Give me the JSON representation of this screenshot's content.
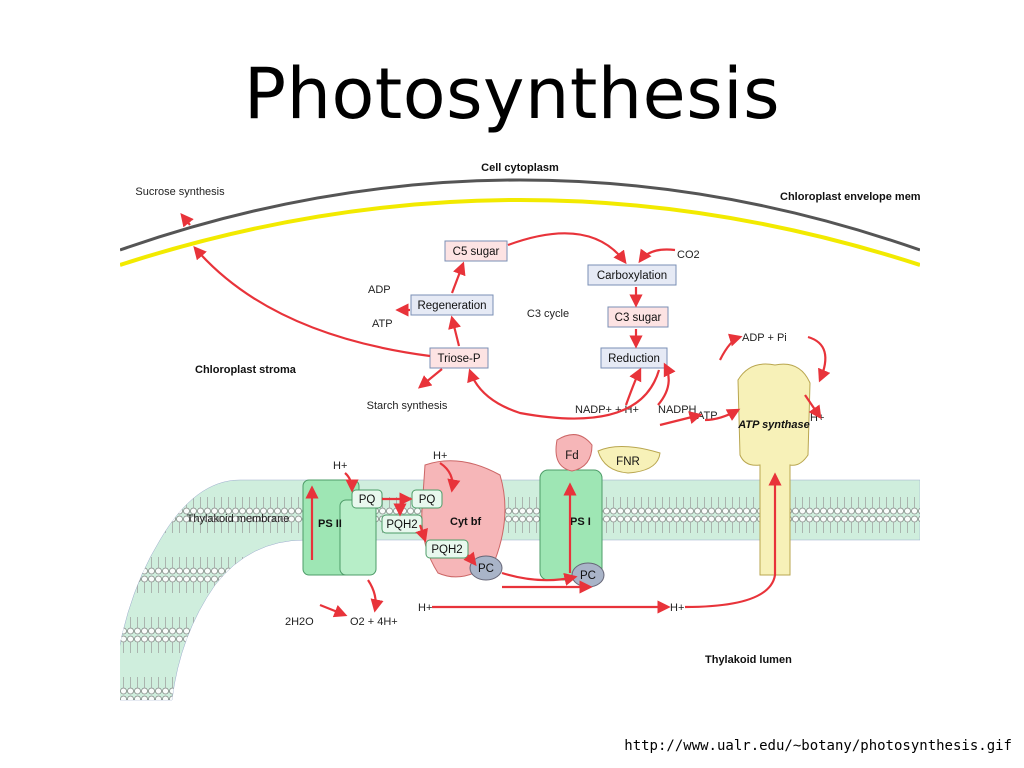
{
  "title": "Photosynthesis",
  "source_url": "http://www.ualr.edu/~botany/photosynthesis.gif",
  "regions": {
    "cytoplasm": "Cell cytoplasm",
    "envelope": "Chloroplast envelope membranes",
    "stroma": "Chloroplast stroma",
    "membrane": "Thylakoid membrane",
    "lumen": "Thylakoid lumen"
  },
  "calvin_cycle": {
    "c5": "C5 sugar",
    "carboxylation": "Carboxylation",
    "c3": "C3 sugar",
    "reduction": "Reduction",
    "triose": "Triose-P",
    "regeneration": "Regeneration",
    "cycle_label": "C3 cycle",
    "co2": "CO2",
    "adp": "ADP",
    "atp": "ATP",
    "sucrose": "Sucrose synthesis",
    "starch": "Starch synthesis",
    "nadp": "NADP+ + H+",
    "nadph": "NADPH"
  },
  "complexes": {
    "ps2": "PS II",
    "cytbf": "Cyt bf",
    "ps1": "PS I",
    "fd": "Fd",
    "fnr": "FNR",
    "atp_synthase": "ATP synthase",
    "pq": "PQ",
    "pqh2": "PQH2",
    "pc": "PC"
  },
  "flow": {
    "h": "H+",
    "h2o": "2H2O",
    "o2": "O2 + 4H+",
    "atp_out": "ATP",
    "adp_pi": "ADP + Pi"
  },
  "colors": {
    "envelope_outer": "#555555",
    "envelope_inner": "#f2ea00",
    "membrane_band": "#cfeedd",
    "complex_green": "#9ee6b4",
    "cytbf_pink": "#f6b6b8",
    "synthase_yellow": "#f7f1b8",
    "arrow_red": "#e8333a",
    "box_border": "#7a8fb5"
  }
}
